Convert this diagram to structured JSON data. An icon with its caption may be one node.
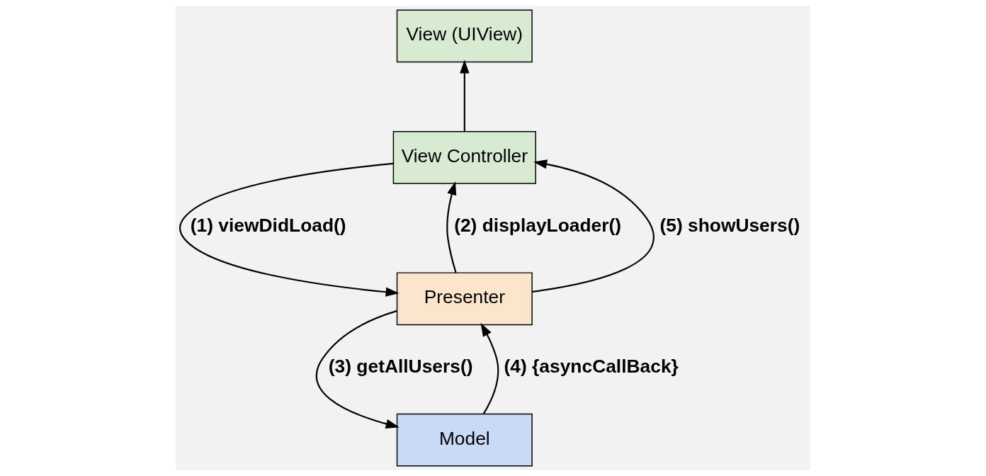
{
  "diagram": {
    "nodes": [
      {
        "text": [
          "View (UIView)"
        ]
      },
      {
        "text": [
          "View Controller"
        ]
      },
      {
        "text": [
          "Presenter"
        ]
      },
      {
        "text": [
          "Model"
        ]
      }
    ],
    "edges": [
      {
        "from": 1,
        "to": 0,
        "arrow": "to"
      },
      {
        "from": 1,
        "to": 2,
        "arrow": "to",
        "label": "(1) viewDidLoad()"
      },
      {
        "from": 2,
        "to": 1,
        "arrow": "to",
        "label": "(2) displayLoader()"
      },
      {
        "from": 2,
        "to": 1,
        "arrow": "to",
        "label": "(5) showUsers()"
      },
      {
        "from": 2,
        "to": 3,
        "arrow": "to",
        "label": "(3) getAllUsers()"
      },
      {
        "from": 3,
        "to": 2,
        "arrow": "to",
        "label": "(4) {asyncCallBack}"
      }
    ]
  }
}
